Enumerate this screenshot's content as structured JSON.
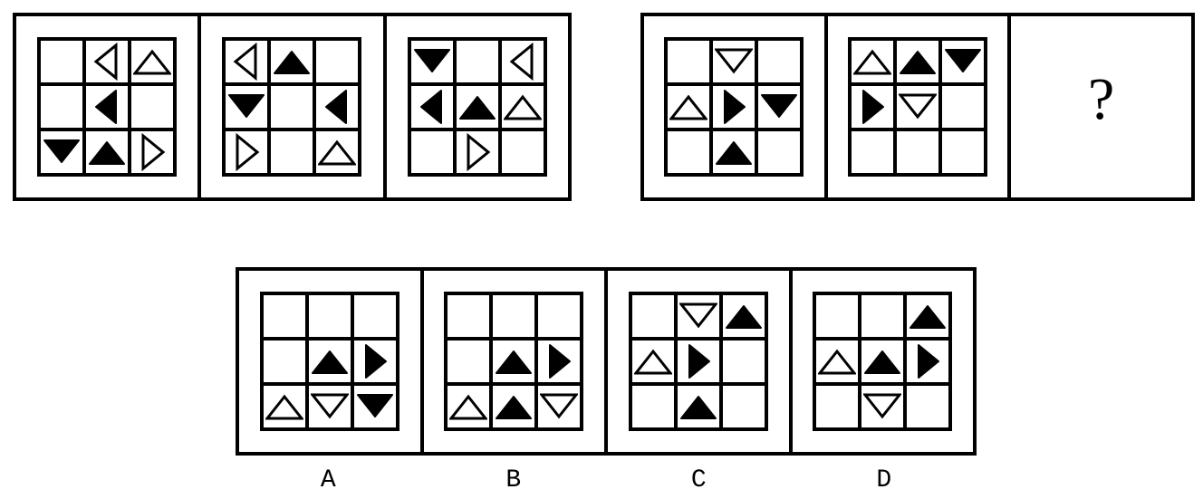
{
  "colors": {
    "ink": "#000000",
    "paper": "#ffffff"
  },
  "top_left_group": {
    "panels": [
      {
        "cells": [
          [
            "empty",
            "left-outline",
            "up-outline"
          ],
          [
            "empty",
            "left-filled",
            "empty"
          ],
          [
            "down-filled",
            "up-filled",
            "right-outline"
          ]
        ]
      },
      {
        "cells": [
          [
            "left-outline",
            "up-filled",
            "empty"
          ],
          [
            "down-filled",
            "empty",
            "left-filled"
          ],
          [
            "right-outline",
            "empty",
            "up-outline"
          ]
        ]
      },
      {
        "cells": [
          [
            "down-filled",
            "empty",
            "left-outline"
          ],
          [
            "left-filled",
            "up-filled",
            "up-outline"
          ],
          [
            "empty",
            "right-outline",
            "empty"
          ]
        ]
      }
    ]
  },
  "top_right_group": {
    "question_label": "?",
    "panels": [
      {
        "cells": [
          [
            "empty",
            "down-outline",
            "empty"
          ],
          [
            "up-outline",
            "right-filled",
            "down-filled"
          ],
          [
            "empty",
            "up-filled",
            "empty"
          ]
        ]
      },
      {
        "cells": [
          [
            "up-outline",
            "up-filled",
            "down-filled"
          ],
          [
            "right-filled",
            "down-outline",
            "empty"
          ],
          [
            "empty",
            "empty",
            "empty"
          ]
        ]
      }
    ]
  },
  "options": [
    {
      "label": "A",
      "cells": [
        [
          "empty",
          "empty",
          "empty"
        ],
        [
          "empty",
          "up-filled",
          "right-filled"
        ],
        [
          "up-outline",
          "down-outline",
          "down-filled"
        ]
      ]
    },
    {
      "label": "B",
      "cells": [
        [
          "empty",
          "empty",
          "empty"
        ],
        [
          "empty",
          "up-filled",
          "right-filled"
        ],
        [
          "up-outline",
          "up-filled",
          "down-outline"
        ]
      ]
    },
    {
      "label": "C",
      "cells": [
        [
          "empty",
          "down-outline",
          "up-filled"
        ],
        [
          "up-outline",
          "right-filled",
          "empty"
        ],
        [
          "empty",
          "up-filled",
          "empty"
        ]
      ]
    },
    {
      "label": "D",
      "cells": [
        [
          "empty",
          "empty",
          "up-filled"
        ],
        [
          "up-outline",
          "up-filled",
          "right-filled"
        ],
        [
          "empty",
          "down-outline",
          "empty"
        ]
      ]
    }
  ]
}
